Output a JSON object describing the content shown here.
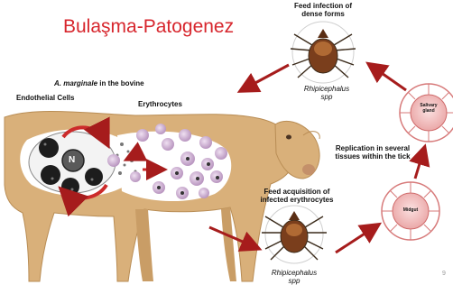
{
  "slide": {
    "title": "Bulaşma-Patogenez",
    "page_number": "9"
  },
  "labels": {
    "bovine_prefix": "A. marginale",
    "bovine_suffix": " in the bovine",
    "endothelial": "Endothelial Cells",
    "erythrocytes": "Erythrocytes",
    "nucleus": "N",
    "feed_infection_1": "Feed infection of",
    "feed_infection_2": "dense forms",
    "tick_top_1": "Rhipicephalus",
    "tick_top_2": "spp",
    "salivary_1": "Salivary",
    "salivary_2": "gland",
    "replication_1": "Replication in several",
    "replication_2": "tissues within the tick",
    "midgut": "Midgut",
    "feed_acq_1": "Feed acquisition of",
    "feed_acq_2": "infected erythrocytes",
    "tick_bottom_1": "Rhipicephalus",
    "tick_bottom_2": "spp"
  },
  "colors": {
    "title": "#d7262d",
    "arrow": "#a61c1c",
    "cow": "#d9b07a",
    "erythrocyte": "#c9a7cf",
    "organ": "#f4c6c6",
    "organ_outline": "#d77a7a"
  }
}
